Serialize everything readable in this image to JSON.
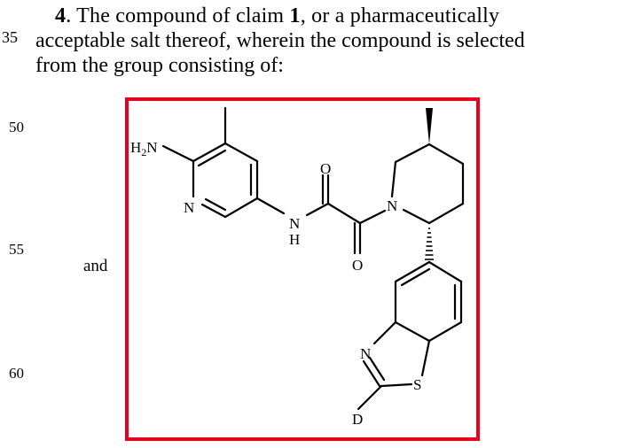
{
  "claim": {
    "number": "4",
    "ref": "1",
    "line1_text": ". The compound of claim ",
    "line1_tail": ", or a pharmaceutically",
    "line2": "acceptable salt thereof, wherein the compound is selected",
    "line3": "from the group consisting of:"
  },
  "line_numbers": [
    "35",
    "50",
    "55",
    "60"
  ],
  "conjunction": "and",
  "atoms": {
    "amine": "H2N",
    "pyridine_n": "N",
    "amide_n": "N",
    "amide_h": "H",
    "oxygen_top": "O",
    "oxygen_bottom": "O",
    "piperidine_n": "N",
    "thiazole_n": "N",
    "sulfur": "S",
    "deuterium": "D"
  },
  "colors": {
    "frame": "#e8001c"
  }
}
